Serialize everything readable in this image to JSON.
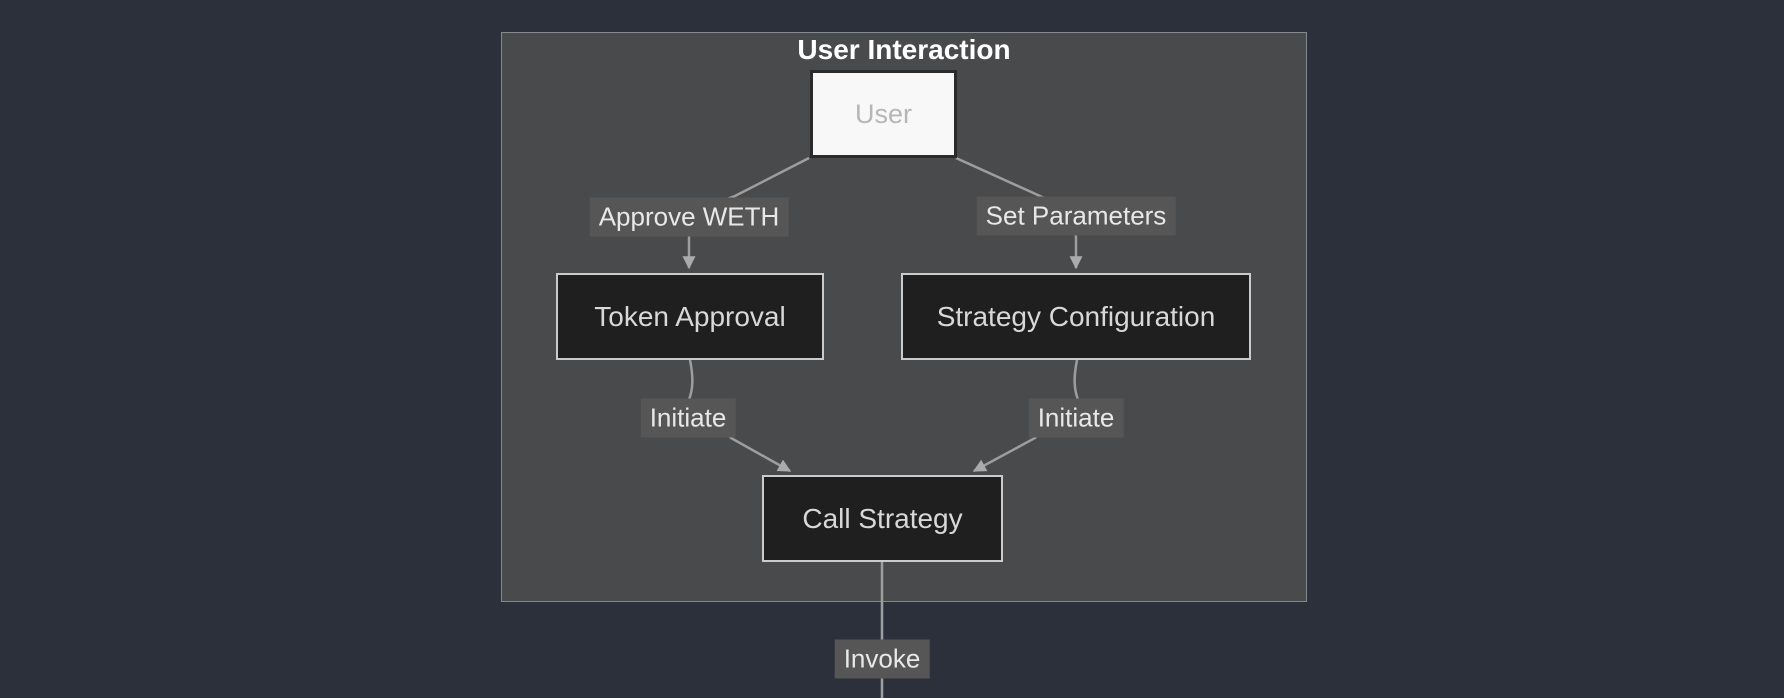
{
  "diagram": {
    "type": "flowchart",
    "subgraph_title": "User Interaction",
    "nodes": {
      "user": {
        "label": "User"
      },
      "token_approval": {
        "label": "Token Approval"
      },
      "strategy_configuration": {
        "label": "Strategy Configuration"
      },
      "call_strategy": {
        "label": "Call Strategy"
      }
    },
    "edges": [
      {
        "from": "User",
        "to": "Token Approval",
        "label": "Approve WETH"
      },
      {
        "from": "User",
        "to": "Strategy Configuration",
        "label": "Set Parameters"
      },
      {
        "from": "Token Approval",
        "to": "Call Strategy",
        "label": "Initiate"
      },
      {
        "from": "Strategy Configuration",
        "to": "Call Strategy",
        "label": "Initiate"
      },
      {
        "from": "Call Strategy",
        "to": null,
        "label": "Invoke"
      }
    ]
  },
  "theme": {
    "bg": "#2b303b",
    "cluster-fill": "#494a4b",
    "cluster-border": "#84888f",
    "node-fill": "#1f1f1f",
    "node-border": "#cbcbcb",
    "node-text": "#d8d8d8",
    "user-fill": "#f8f8f8",
    "user-border": "#2b2b2b",
    "user-text": "#b6b6b6",
    "label-bg": "#565656",
    "label-text": "#e8e8e8",
    "edge": "#9e9e9e",
    "arrow": "#ababab",
    "title": "#ffffff"
  }
}
